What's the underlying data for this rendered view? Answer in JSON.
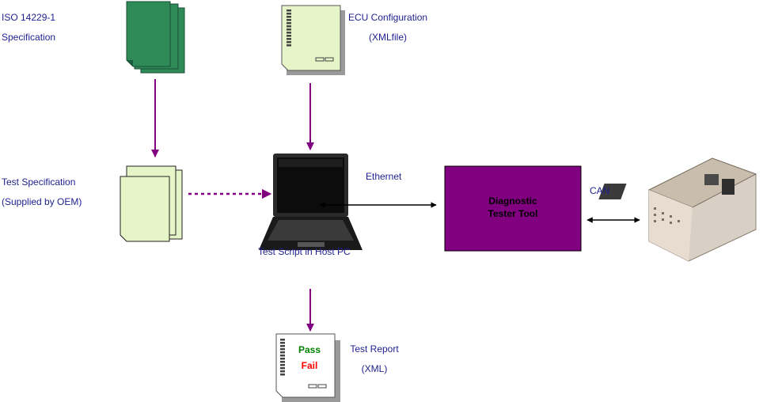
{
  "iso_doc": {
    "line1": "ISO 14229-1",
    "line2": "Specification"
  },
  "ecu_config": {
    "line1": "ECU Configuration",
    "line2": "(XMLfile)"
  },
  "test_spec": {
    "line1": "Test Specification",
    "line2": "(Supplied by OEM)"
  },
  "host_pc": {
    "label": "Test Script in Host PC"
  },
  "ethernet_label": "Ethernet",
  "tester_tool": {
    "line1": "Diagnostic",
    "line2": "Tester Tool"
  },
  "can_label": "CAN",
  "test_report": {
    "line1": "Test Report",
    "line2": "(XML)",
    "pass": "Pass",
    "fail": "Fail"
  },
  "colors": {
    "label_text": "#1f1f8f",
    "arrow_purple": "#800080",
    "tester_box": "#800080",
    "green_doc": "#2e8b57",
    "pale_doc": "#e6f5c8",
    "pass": "#008000",
    "fail": "#ff0000"
  },
  "icons": [
    "stacked-documents-icon",
    "xml-document-icon",
    "laptop-icon",
    "ecu-hardware-icon",
    "report-document-icon"
  ]
}
